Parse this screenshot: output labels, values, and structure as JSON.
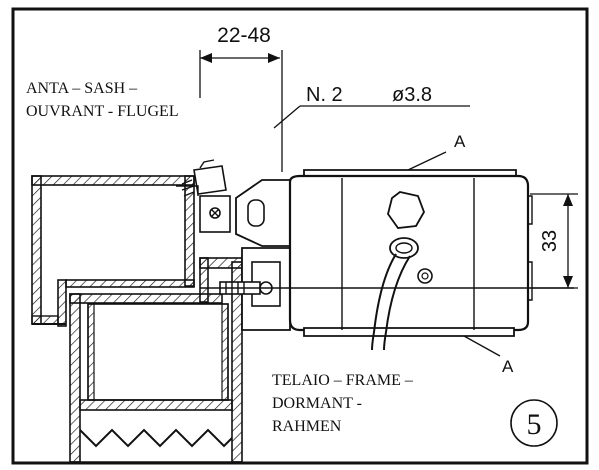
{
  "figure": {
    "dimension_width": "22-48",
    "sash_label_line1": "ANTA – SASH –",
    "sash_label_line2": "OUVRANT - FLUGEL",
    "screw_spec_n": "N. 2",
    "screw_spec_dia": "ø3.8",
    "callout_top": "A",
    "callout_bottom": "A",
    "dimension_height": "33",
    "frame_label_line1": "TELAIO – FRAME –",
    "frame_label_line2": "DORMANT -",
    "frame_label_line3": "RAHMEN",
    "figure_number": "5"
  },
  "icons": {
    "drawing": "door-closer-mounting-drawing",
    "step_badge": "circled-number"
  }
}
